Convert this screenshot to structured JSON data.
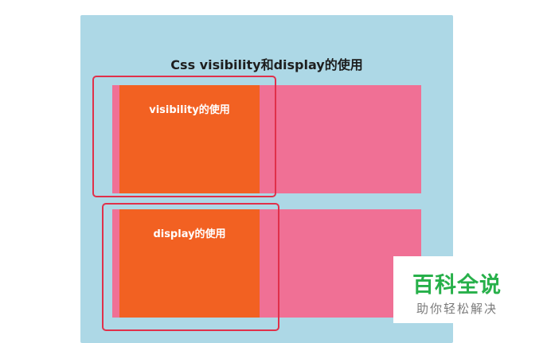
{
  "page": {
    "title": "Css visibility和display的使用"
  },
  "demo": {
    "visibility_box": {
      "label": "visibility的使用"
    },
    "display_box": {
      "label": "display的使用"
    }
  },
  "watermark": {
    "main": "百科全说",
    "sub": "助你轻松解决"
  },
  "colors": {
    "panel_background": "#add8e6",
    "row_bar": "#f07095",
    "box": "#f26122",
    "highlight_border": "#e0304a",
    "watermark_main": "#27b04a"
  }
}
